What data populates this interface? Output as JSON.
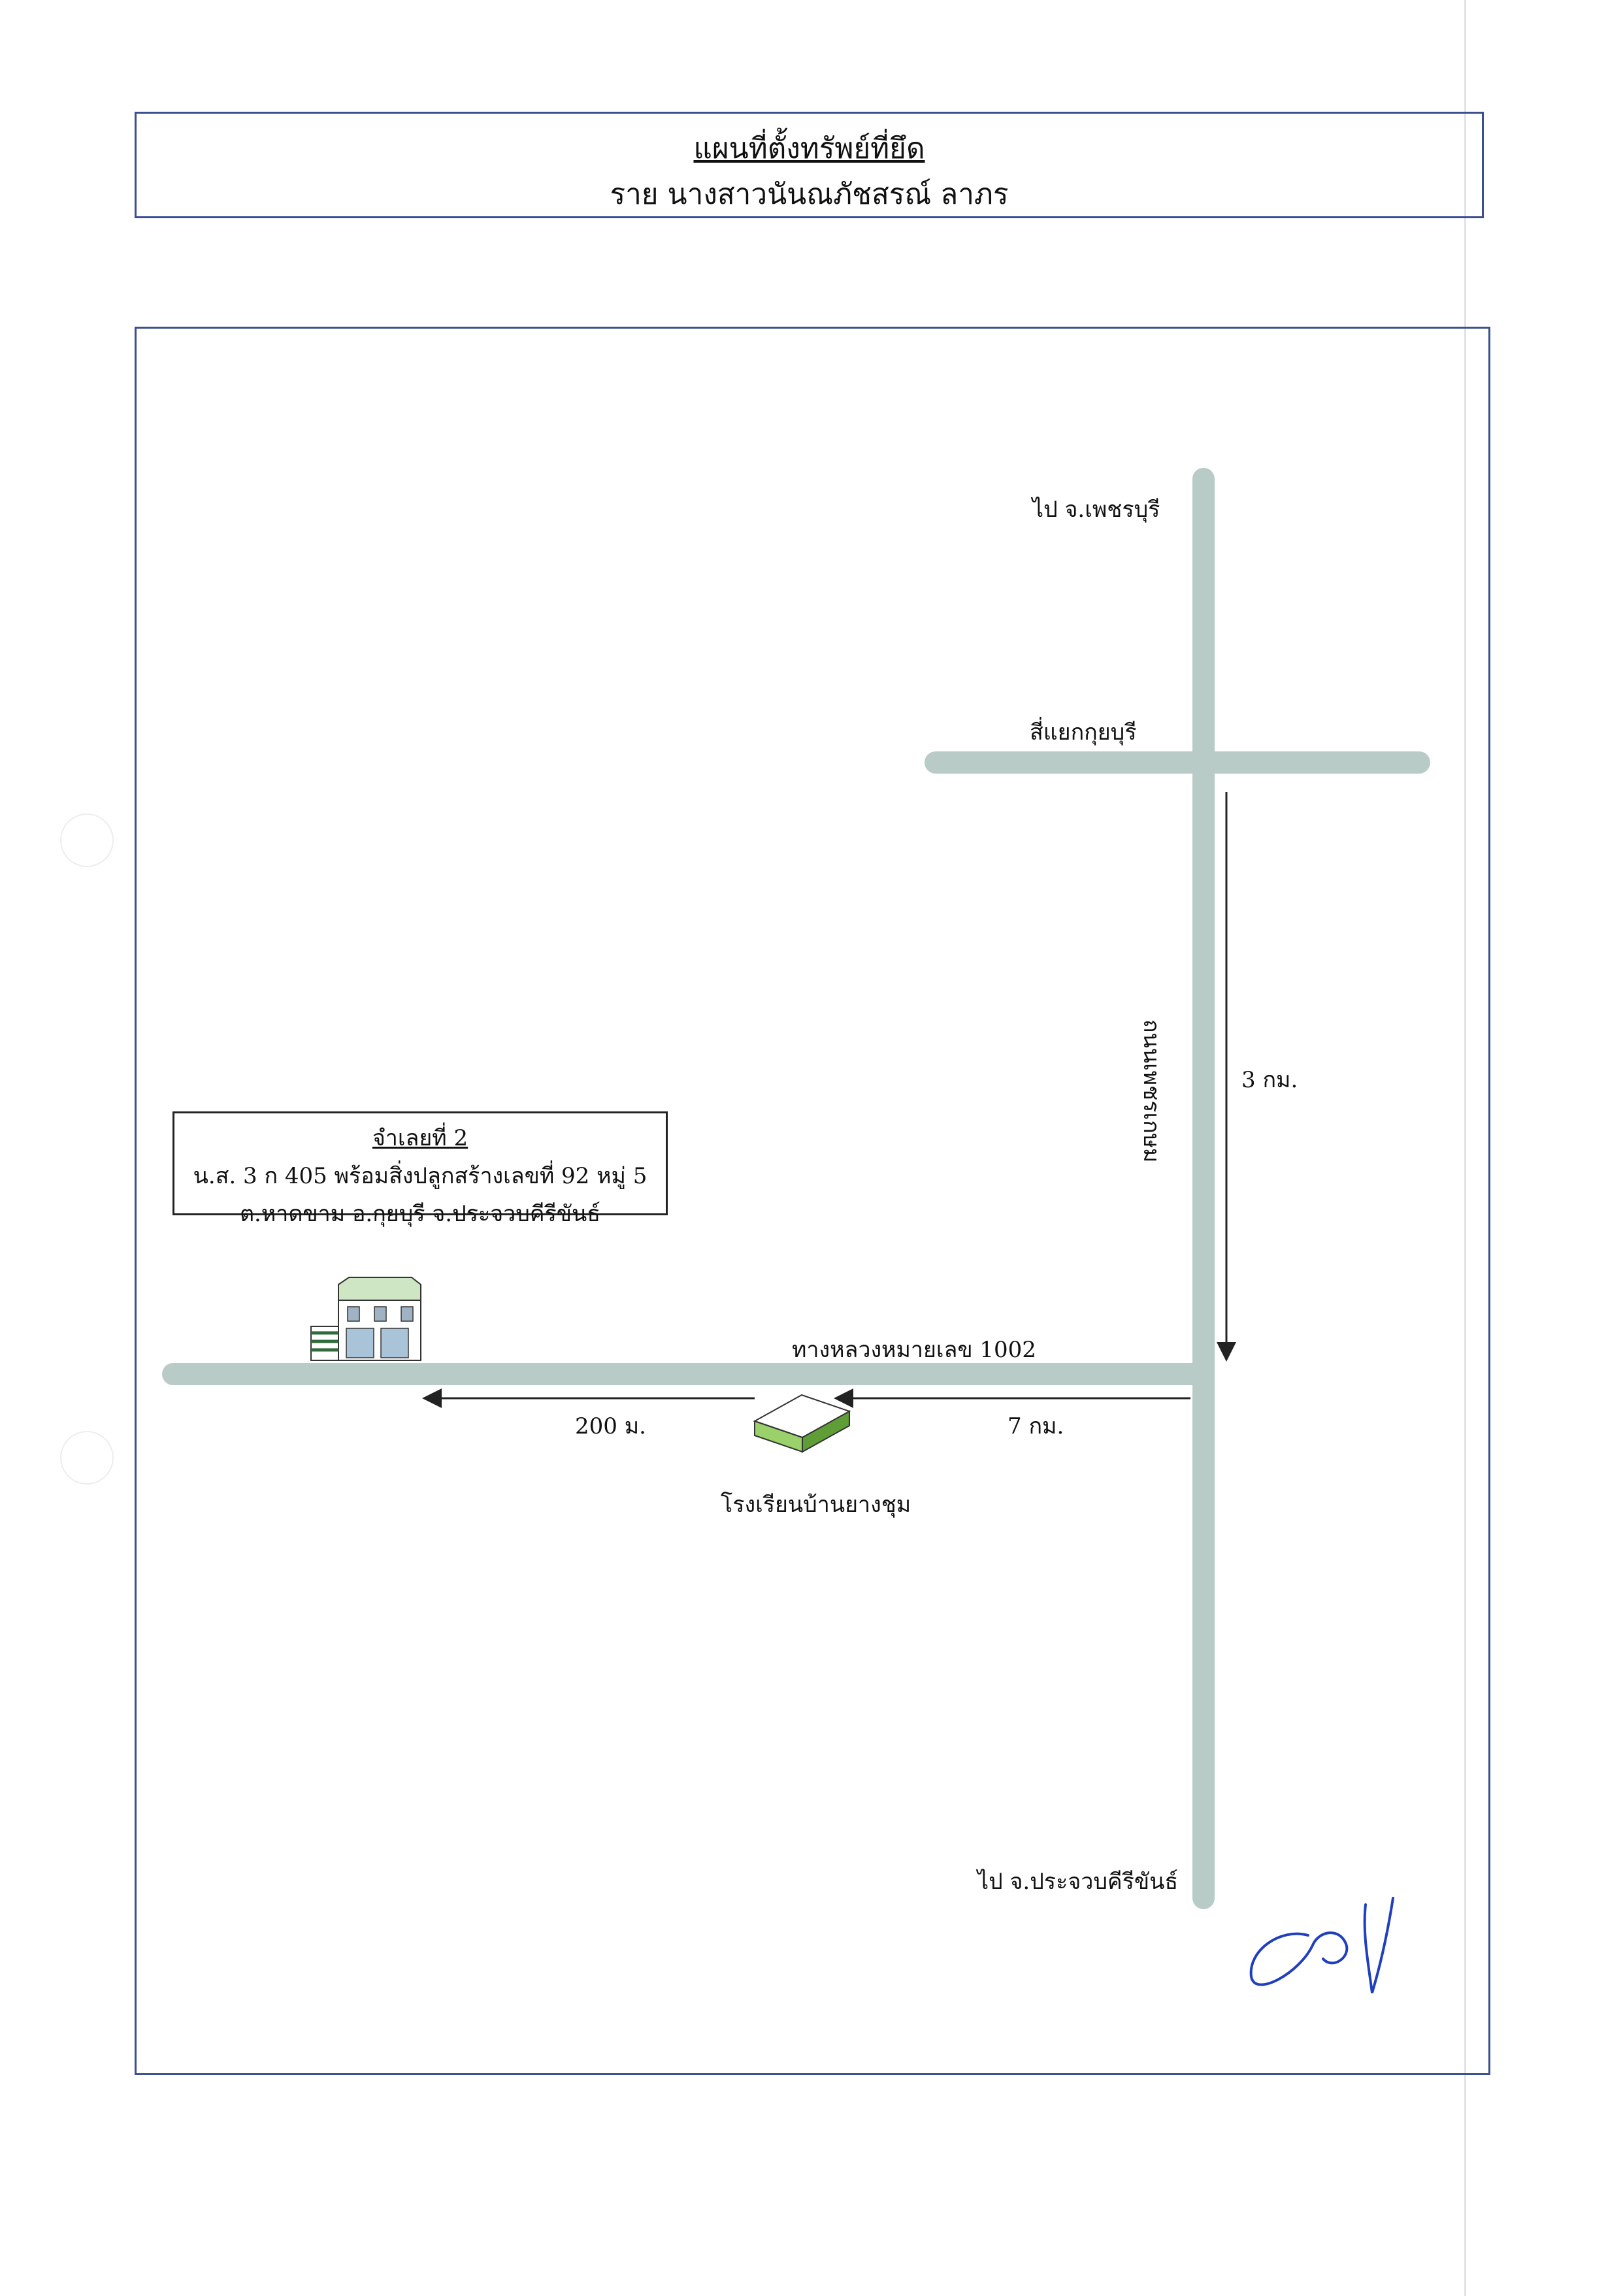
{
  "header": {
    "title": "แผนที่ตั้งทรัพย์ที่ยึด",
    "subtitle": "ราย นางสาวนันณภัชสรณ์ ลาภร"
  },
  "map": {
    "labels": {
      "to_phetchaburi": "ไป จ.เพชรบุรี",
      "intersection": "สี่แยกกุยบุรี",
      "main_road": "ถนนเพชรเกษม",
      "dist_3km": "3 กม.",
      "highway": "ทางหลวงหมายเลข 1002",
      "dist_200m": "200 ม.",
      "dist_7km": "7 กม.",
      "school": "โรงเรียนบ้านยางชุม",
      "to_prachuap": "ไป จ.ประจวบคีรีขันธ์"
    },
    "lot": {
      "heading": "จำเลยที่ 2",
      "line1": "น.ส. 3 ก 405 พร้อมสิ่งปลูกสร้างเลขที่  92 หมู่ 5",
      "line2": "ต.หาดขาม อ.กุยบุรี จ.ประจวบคีรีขันธ์"
    },
    "icons": {
      "house": "house-icon",
      "school": "school-building-icon",
      "signature": "signature-mark"
    },
    "colors": {
      "road": "#b9cbc7",
      "border": "#3a4f8f",
      "signature": "#1f3fbf",
      "school_roof": "#ffffff",
      "school_side": "#7cbd4a"
    }
  }
}
